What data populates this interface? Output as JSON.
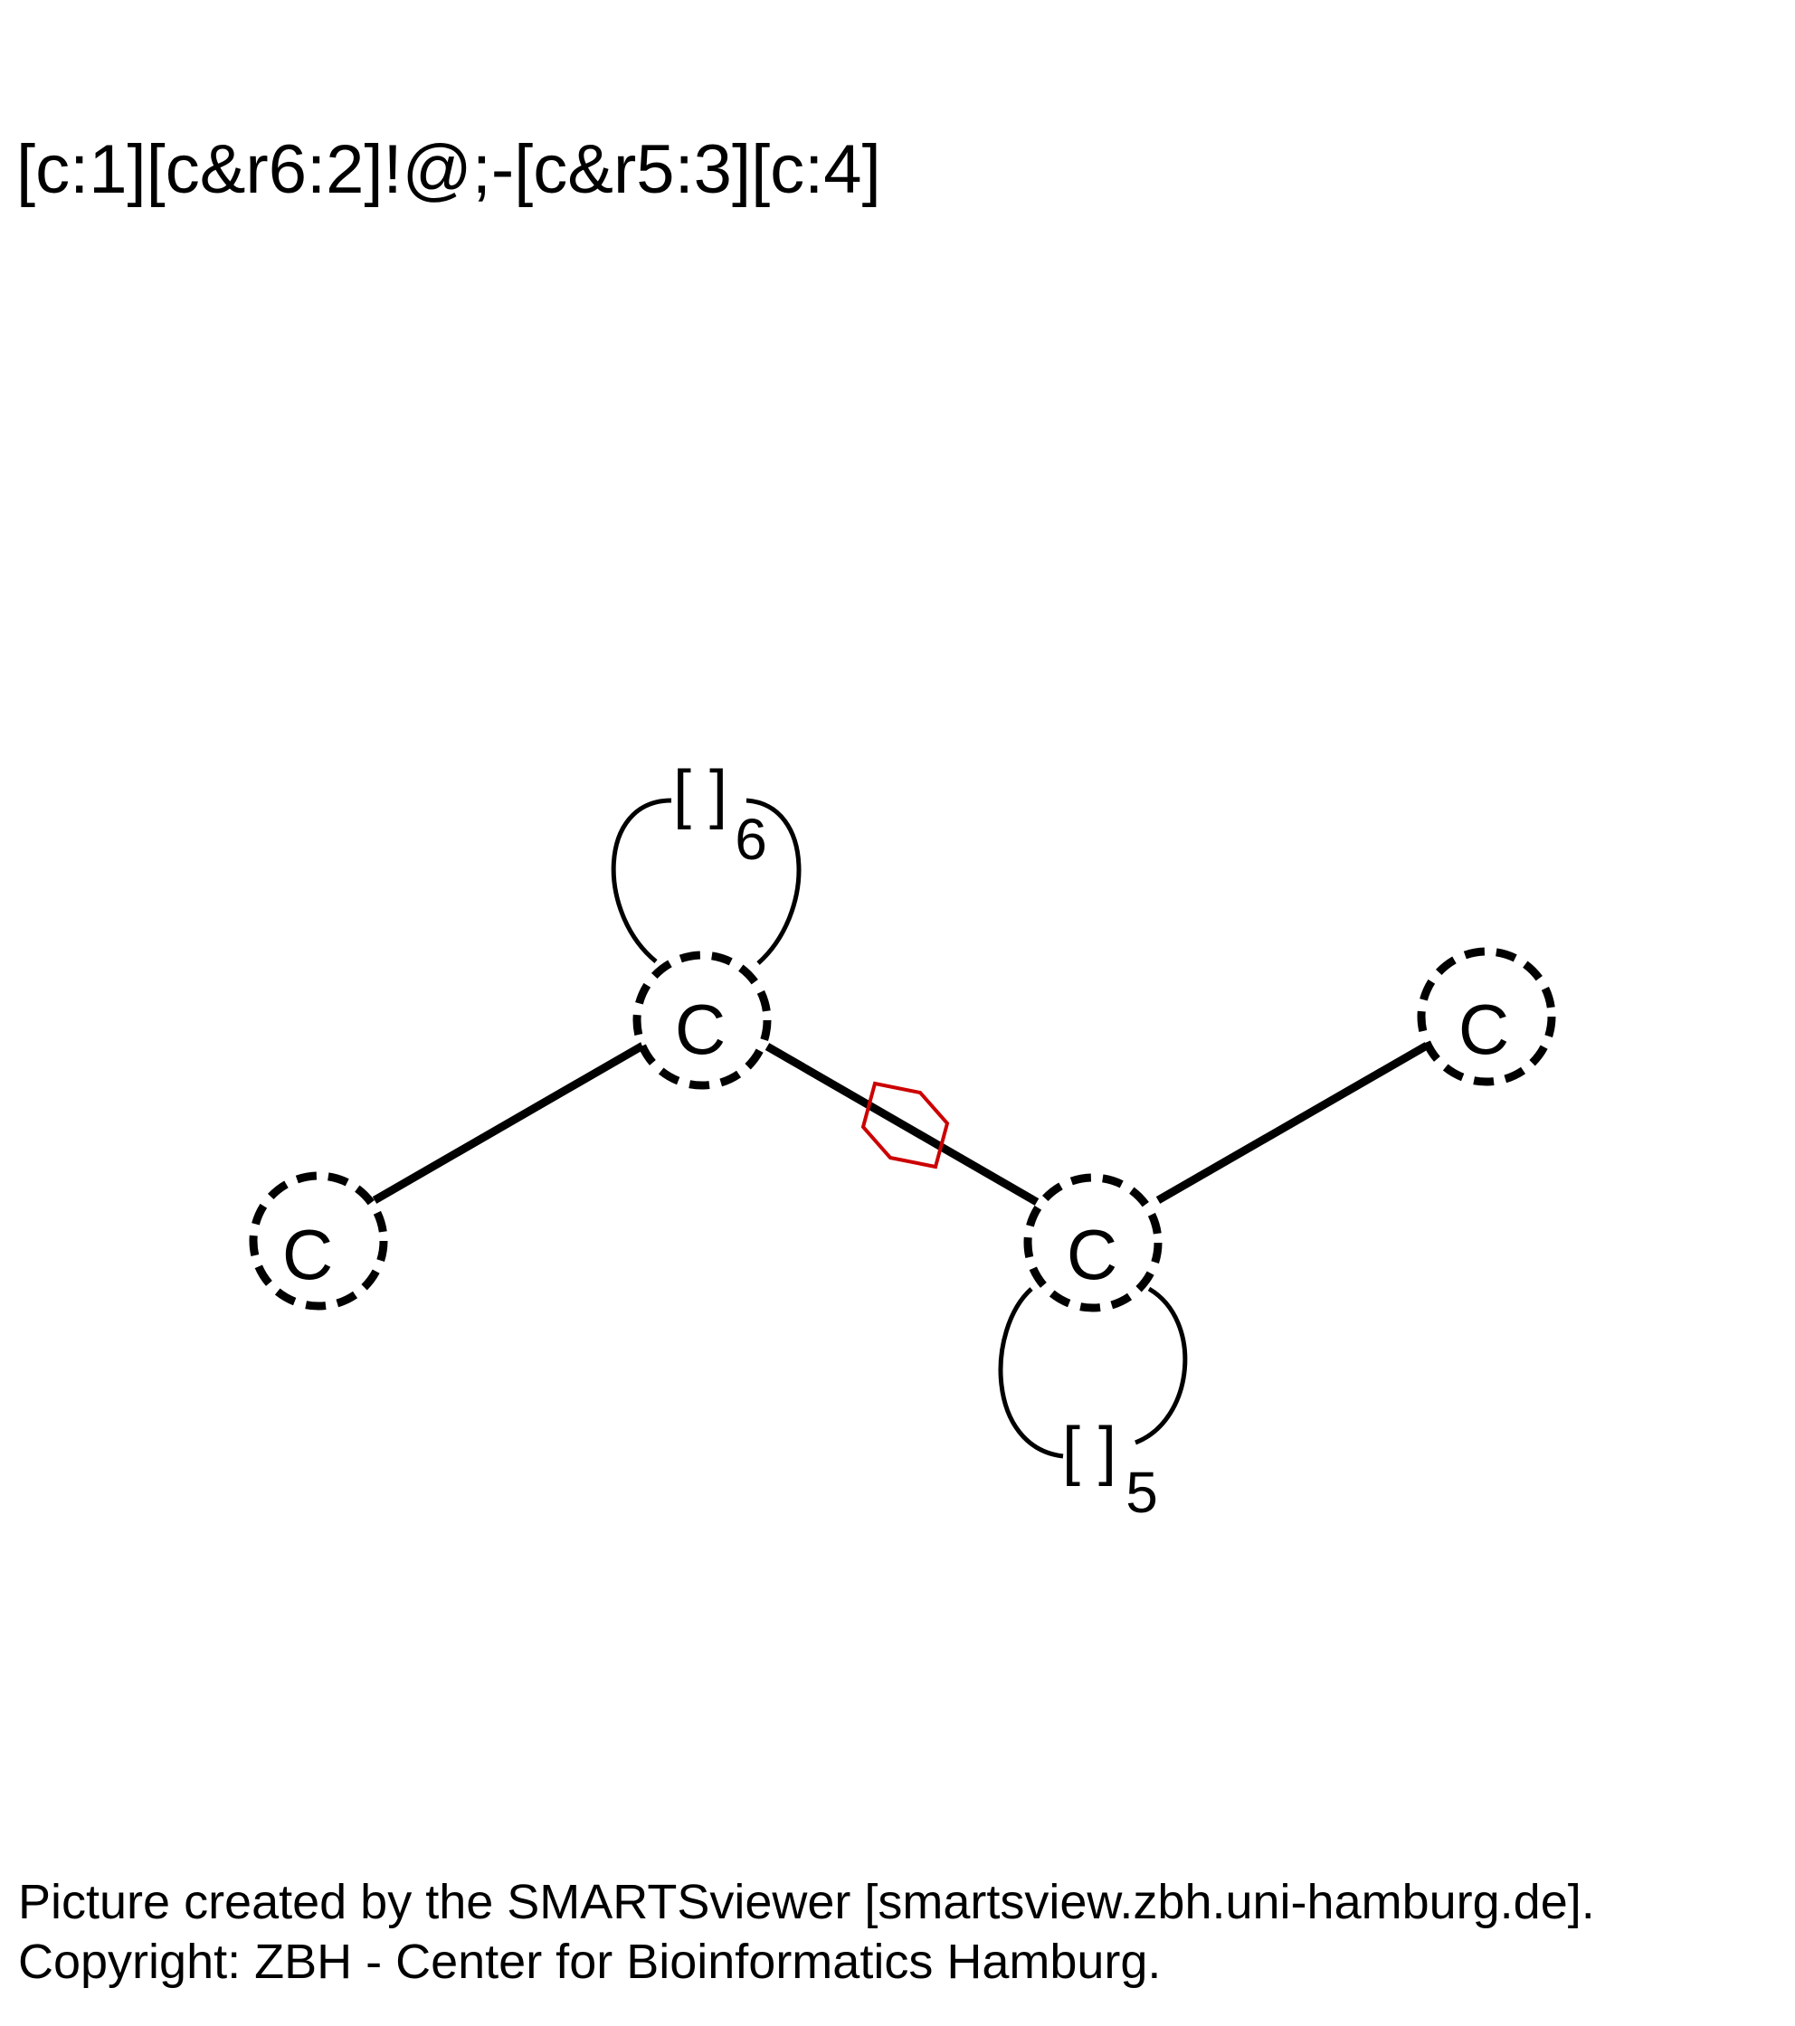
{
  "title": "[c:1][c&r6:2]!@;-[c&r5:3][c:4]",
  "atoms": [
    {
      "id": 1,
      "label": "C",
      "ring_size": ""
    },
    {
      "id": 2,
      "label": "C",
      "ring_size": "6"
    },
    {
      "id": 3,
      "label": "C",
      "ring_size": "5"
    },
    {
      "id": 4,
      "label": "C",
      "ring_size": ""
    }
  ],
  "ring_labels": {
    "atom2": {
      "bracket": "[ ]",
      "size": "6"
    },
    "atom3": {
      "bracket": "[ ]",
      "size": "5"
    }
  },
  "bonds": [
    {
      "from": 1,
      "to": 2,
      "type": "single"
    },
    {
      "from": 2,
      "to": 3,
      "type": "single, not in ring",
      "marker": "hexagon"
    },
    {
      "from": 3,
      "to": 4,
      "type": "single"
    }
  ],
  "colors": {
    "line": "#000000",
    "nonring_marker": "#cc0000"
  },
  "footer": {
    "line1": "Picture created by the SMARTSviewer [smartsview.zbh.uni-hamburg.de].",
    "line2": "Copyright: ZBH - Center for Bioinformatics Hamburg."
  }
}
